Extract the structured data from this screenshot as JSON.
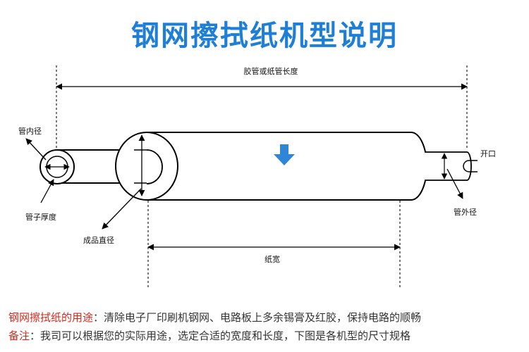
{
  "title": "钢网擦拭纸机型说明",
  "diagram": {
    "labels": {
      "total_length": "胶管或纸管长度",
      "inner_diameter": "管内径",
      "wall_thickness": "管子厚度",
      "product_diameter": "成品直径",
      "opening": "开口",
      "outer_diameter": "管外径",
      "paper_width": "纸宽"
    },
    "arrow_color": "#2f86d8",
    "arrow_icon": "down-arrow-icon"
  },
  "footer": {
    "usage_key": "钢网擦拭纸的用途",
    "usage_text": "：清除电子厂印刷机钢网、电路板上多余锡膏及红胶，保持电路的顺畅",
    "note_key": "备注",
    "note_text": "：我司可以根据您的实际用途，选定合适的宽度和长度，下图是各机型的尺寸规格"
  }
}
